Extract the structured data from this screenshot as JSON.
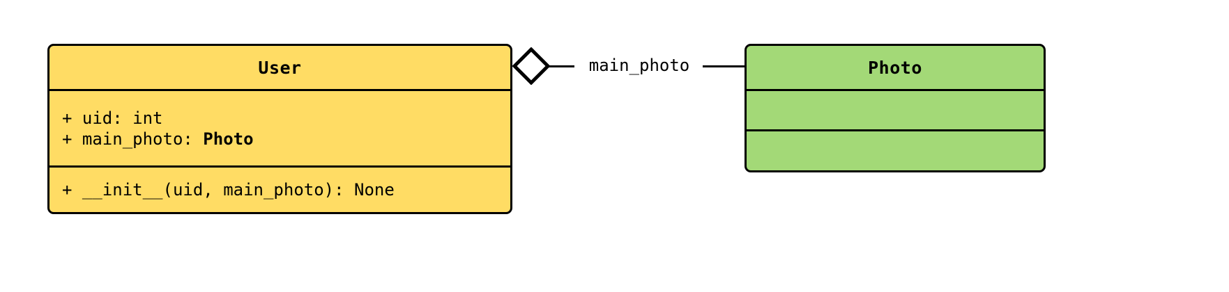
{
  "diagram": {
    "type": "uml-class-diagram",
    "background_color": "#ffffff",
    "border_color": "#000000"
  },
  "classes": [
    {
      "name": "User",
      "fill_color": "#ffdc64",
      "attributes": [
        {
          "visibility": "+",
          "text": "+ uid: int",
          "prefix": "+ uid: int",
          "type_ref": ""
        },
        {
          "visibility": "+",
          "text": "+ main_photo: Photo",
          "prefix": "+ main_photo: ",
          "type_ref": "Photo"
        }
      ],
      "methods": [
        {
          "visibility": "+",
          "text": "+ __init__(uid, main_photo): None",
          "prefix": "+ __init__(uid, main_photo): None",
          "type_ref": ""
        }
      ]
    },
    {
      "name": "Photo",
      "fill_color": "#a3d977",
      "attributes": [],
      "methods": []
    }
  ],
  "association": {
    "kind": "aggregation",
    "label": "main_photo",
    "diamond_fill": "#ffffff",
    "diamond_stroke": "#000000",
    "source": "User",
    "target": "Photo"
  }
}
